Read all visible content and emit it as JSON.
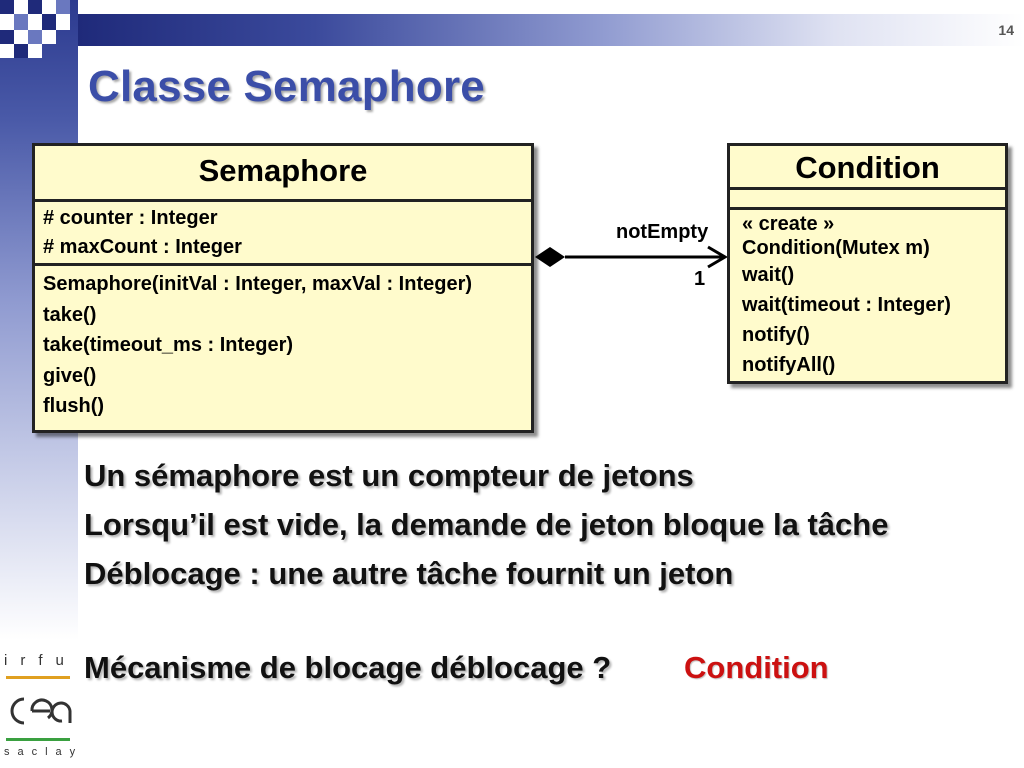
{
  "slide": {
    "number": "14",
    "title": "Classe Semaphore"
  },
  "diagram": {
    "semaphore": {
      "name": "Semaphore",
      "attributes": [
        "# counter : Integer",
        "# maxCount : Integer"
      ],
      "operations": [
        "Semaphore(initVal : Integer, maxVal : Integer)",
        "take()",
        "take(timeout_ms : Integer)",
        "give()",
        "flush()"
      ]
    },
    "condition": {
      "name": "Condition",
      "stereotype": "« create »",
      "operations": [
        "Condition(Mutex m)",
        "wait()",
        "wait(timeout : Integer)",
        "notify()",
        "notifyAll()"
      ]
    },
    "association": {
      "role": "notEmpty",
      "multiplicity": "1"
    }
  },
  "body": {
    "lines": [
      "Un sémaphore est un compteur de jetons",
      "Lorsqu’il est vide, la demande de jeton bloque la tâche",
      "Déblocage : une autre tâche fournit un jeton"
    ],
    "question": "Mécanisme de blocage déblocage ?",
    "answer": "Condition"
  },
  "logo": {
    "top": "irfu",
    "middle": "cea",
    "bottom": "saclay"
  },
  "colors": {
    "title": "#3b4ea8",
    "uml_fill": "#fffbcc",
    "answer": "#cc1111",
    "theme_dark": "#1f2a7a"
  }
}
